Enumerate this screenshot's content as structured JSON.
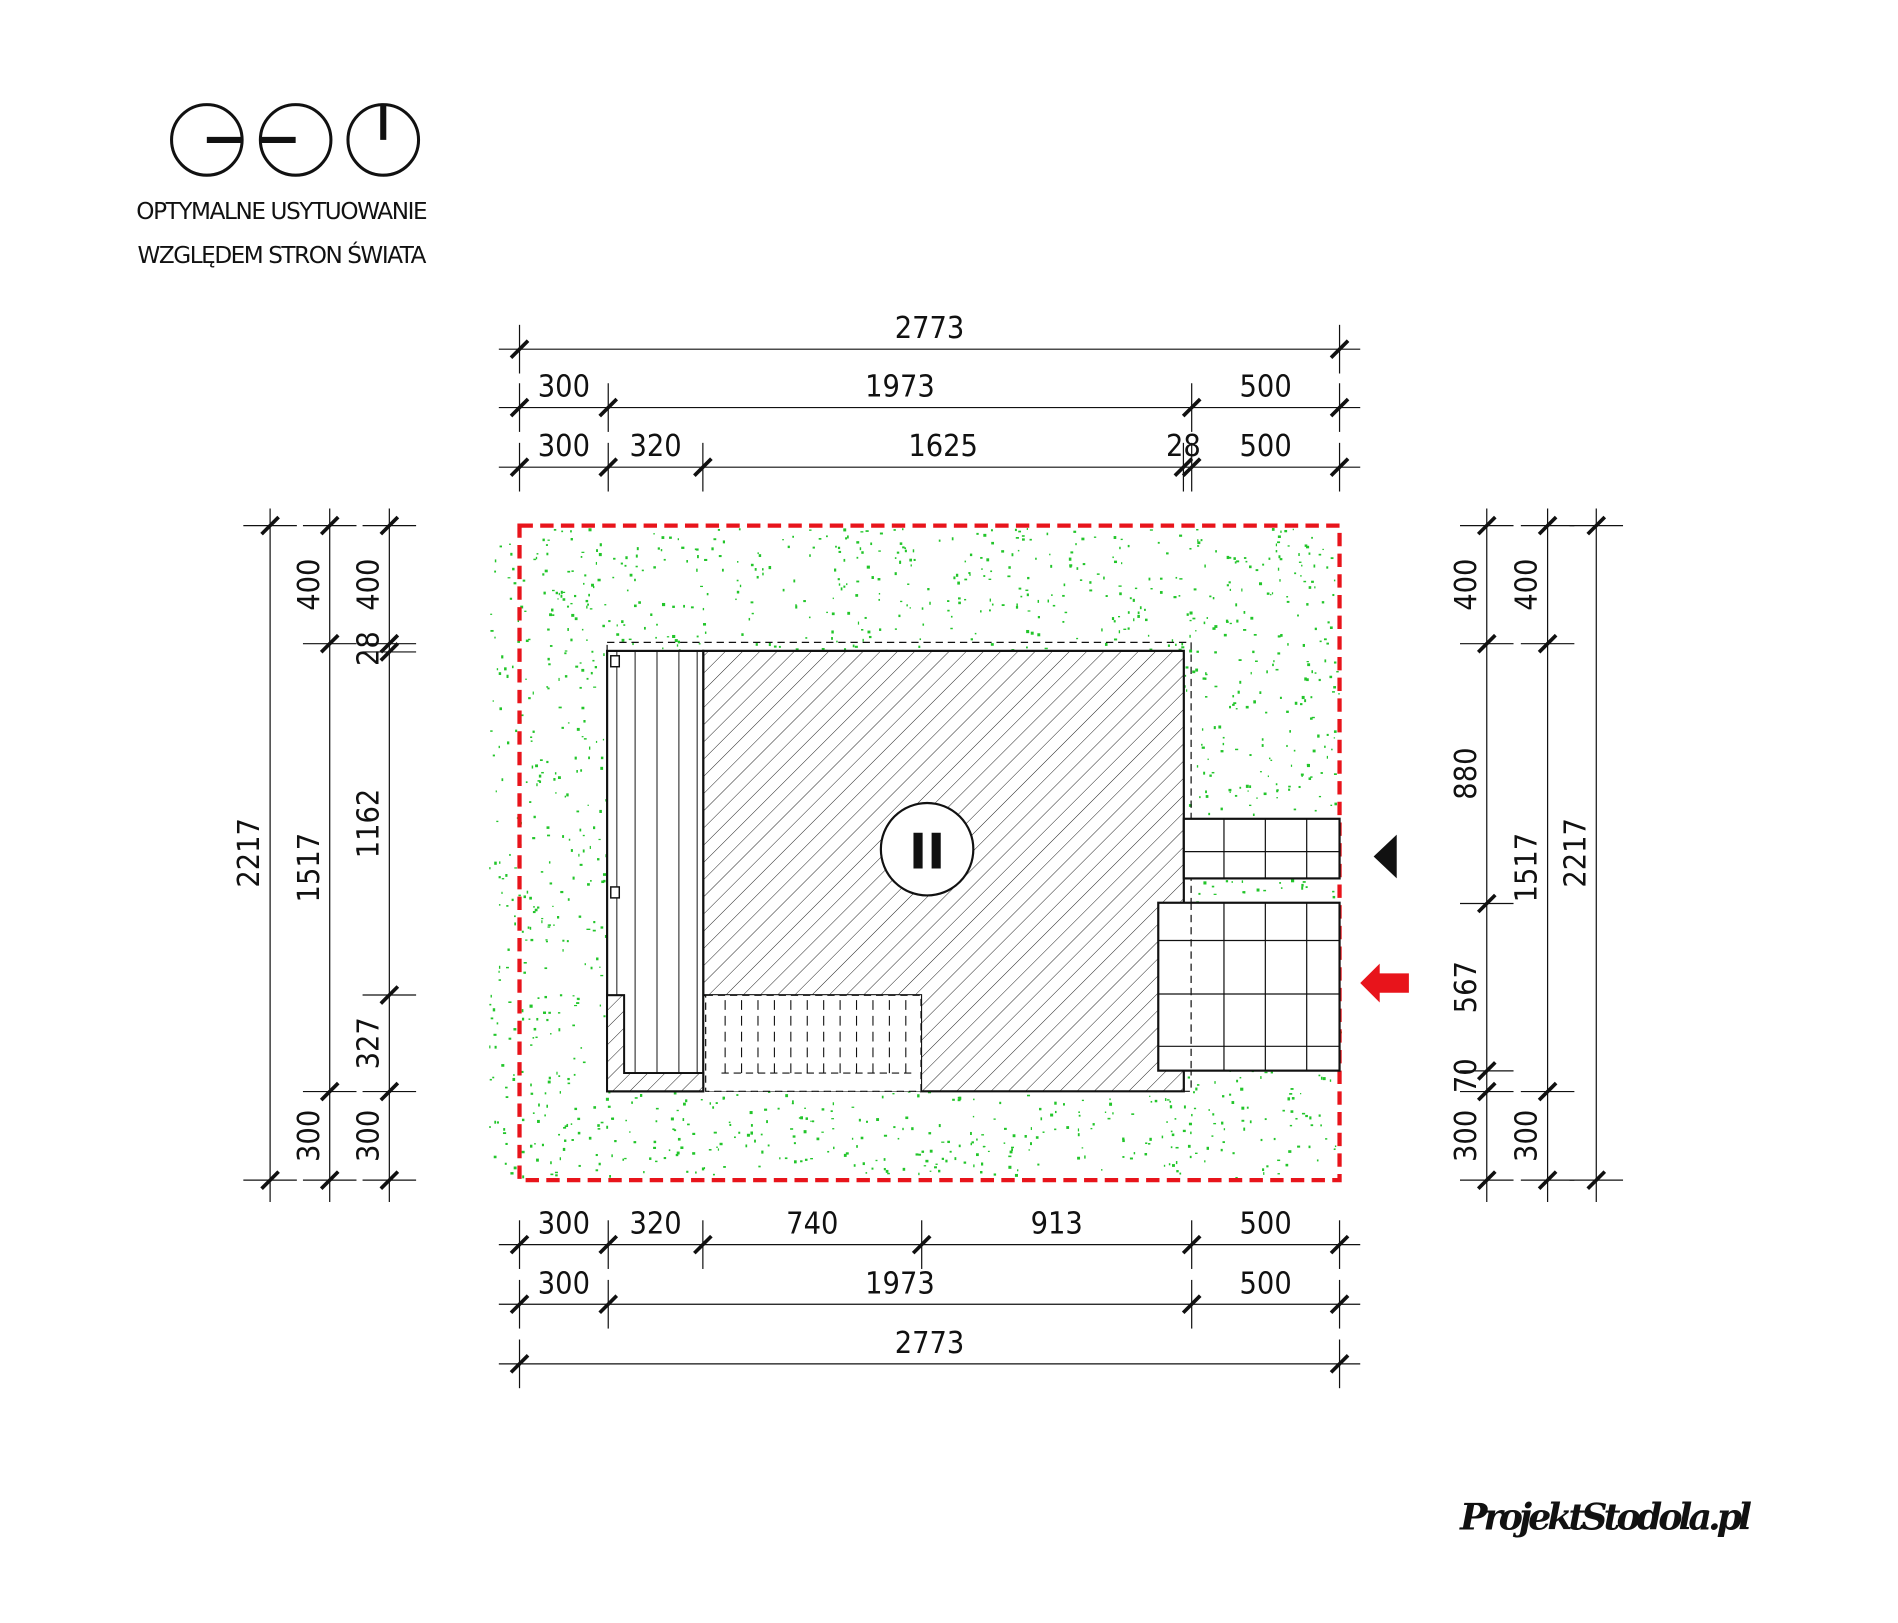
{
  "orientation": {
    "line1": "OPTYMALNE USYTUOWANIE",
    "line2": "WZGLĘDEM STRON ŚWIATA"
  },
  "building": {
    "label": "II"
  },
  "colors": {
    "plot_border": "#e8141b",
    "grass": "#22c52a",
    "entry_arrow": "#e8141b",
    "lines": "#111111"
  },
  "dimensions": {
    "scale_total_width": 2773,
    "scale_total_height": 2217,
    "top": [
      [
        2773
      ],
      [
        300,
        1973,
        500
      ],
      [
        300,
        320,
        1625,
        28,
        500
      ]
    ],
    "bottom": [
      [
        300,
        320,
        740,
        913,
        500
      ],
      [
        300,
        1973,
        500
      ],
      [
        2773
      ]
    ],
    "left": [
      [
        2217
      ],
      [
        400,
        1517,
        300
      ],
      [
        400,
        28,
        1162,
        327,
        300
      ]
    ],
    "right": [
      [
        400,
        880,
        567,
        70,
        300
      ],
      [
        400,
        1517,
        300
      ],
      [
        2217
      ]
    ]
  },
  "logo": {
    "text": "ProjektStodola.pl"
  }
}
